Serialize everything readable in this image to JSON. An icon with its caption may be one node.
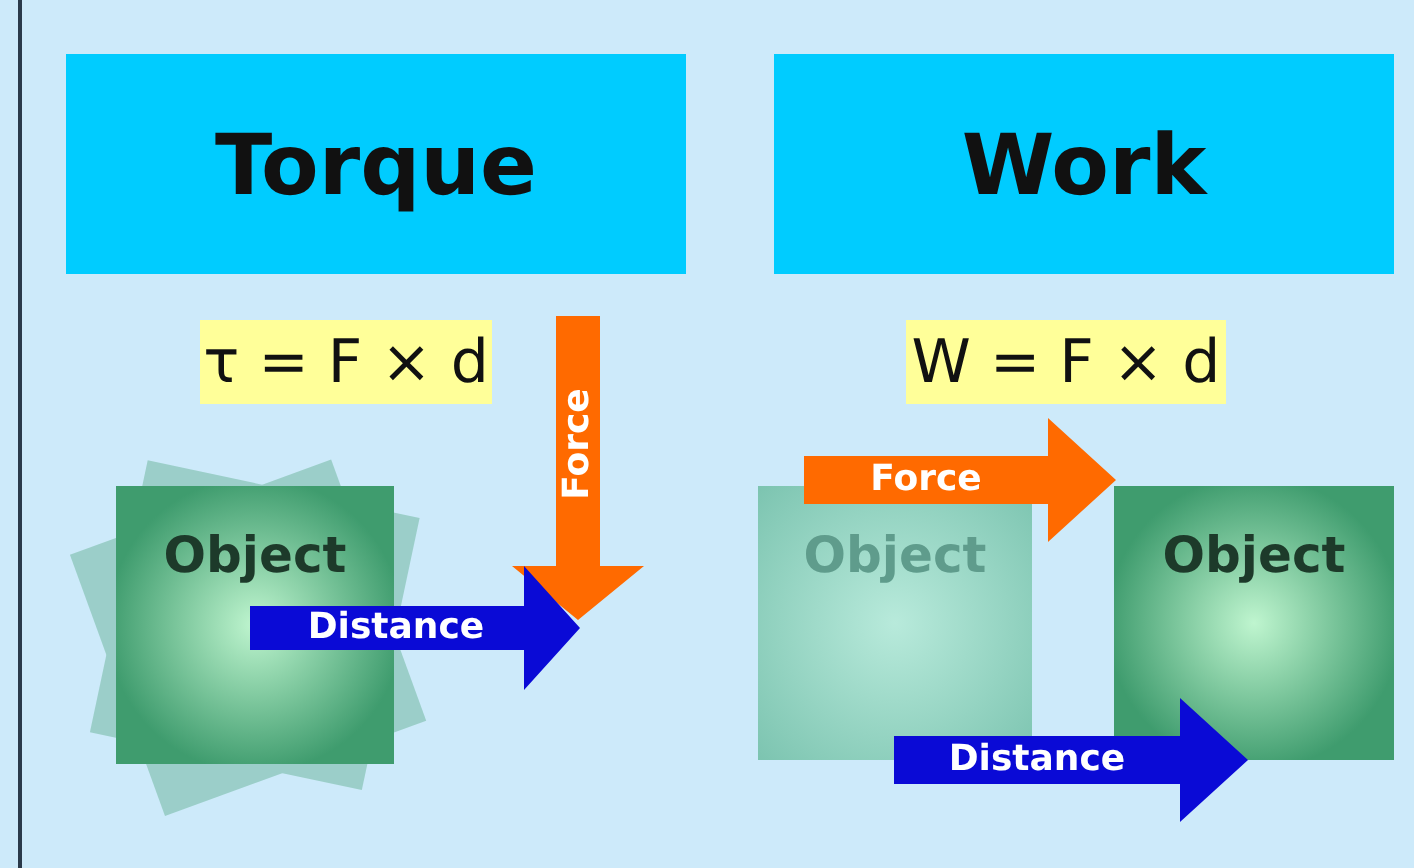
{
  "diagram": {
    "nodes": [
      {
        "text": [
          "Torque"
        ]
      },
      {
        "text": [
          "Work"
        ]
      },
      {
        "text": [
          "τ = F × d"
        ]
      },
      {
        "text": [
          "W = F × d"
        ]
      },
      {
        "text": [
          "Object"
        ]
      },
      {
        "text": [
          "Object"
        ]
      },
      {
        "text": [
          "Object"
        ]
      }
    ],
    "edges": [
      {
        "from": 5,
        "to": 6,
        "arrow": "to",
        "label": "Force",
        "color": "#ff6a00"
      },
      {
        "from": 5,
        "to": 6,
        "arrow": "to",
        "label": "Distance",
        "color": "#0a0ad6"
      }
    ],
    "labels": [
      "Force",
      "Distance"
    ]
  }
}
